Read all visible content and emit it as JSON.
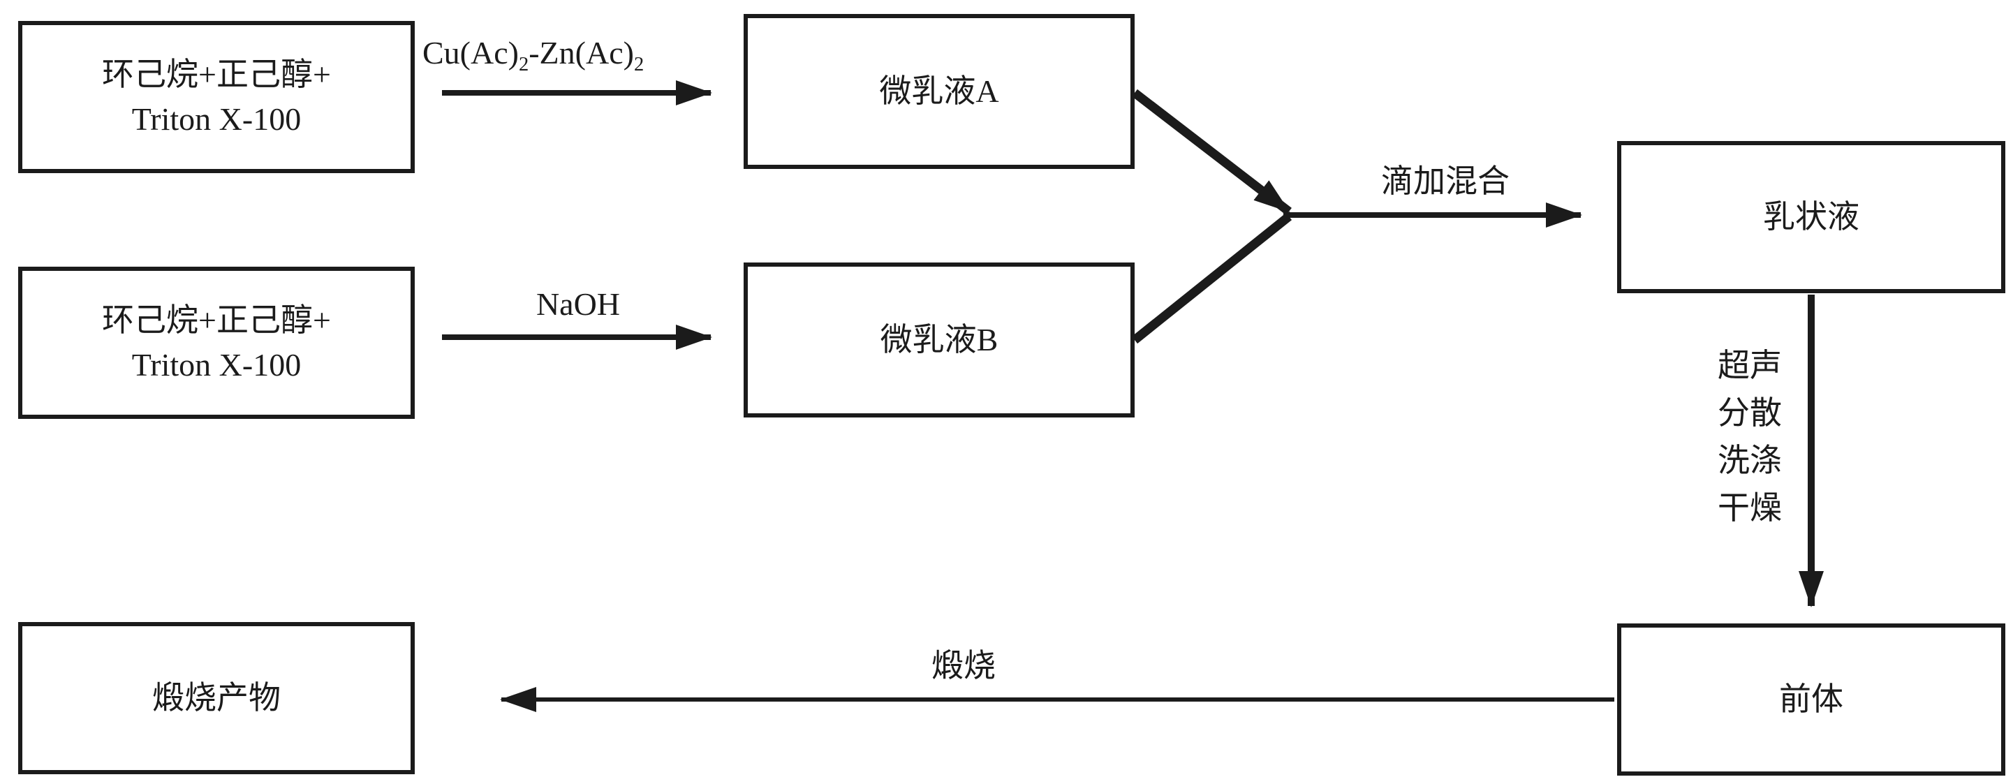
{
  "colors": {
    "ink": "#1b1b1b",
    "background": "#ffffff"
  },
  "boxes": {
    "input_a": {
      "line1": "环己烷+正己醇+",
      "line2": "Triton X-100"
    },
    "microemulsion_a": {
      "label": "微乳液A"
    },
    "input_b": {
      "line1": "环己烷+正己醇+",
      "line2": "Triton X-100"
    },
    "microemulsion_b": {
      "label": "微乳液B"
    },
    "emulsion": {
      "label": "乳状液"
    },
    "precursor": {
      "label": "前体"
    },
    "calcined_product": {
      "label": "煅烧产物"
    }
  },
  "arrow_labels": {
    "cu_zn": {
      "p1": "Cu(Ac)",
      "s1": "2",
      "p2": "-Zn(Ac)",
      "s2": "2"
    },
    "naoh": "NaOH",
    "dropwise_mix": "滴加混合",
    "post_treatment": [
      "超声",
      "分散",
      "洗涤",
      "干燥"
    ],
    "calcination": "煅烧"
  }
}
